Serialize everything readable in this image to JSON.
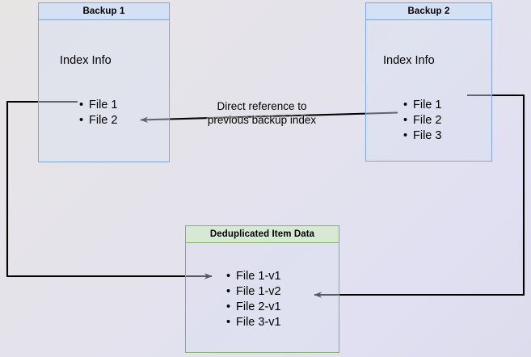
{
  "diagram": {
    "title_hidden": "Backup deduplication reference diagram",
    "background": {
      "gradient_from": "#e7e4e4",
      "gradient_to": "#dddced"
    },
    "colors": {
      "blue_border": "#7ea6d9",
      "blue_header_fill": "#d4e1f5",
      "green_border": "#84b367",
      "green_header_fill": "#d7e8d4",
      "connector": "#000000"
    },
    "boxes": [
      {
        "id": "backup-1",
        "header": "Backup 1",
        "section_label": "Index Info",
        "items": [
          "File 1",
          "File 2"
        ]
      },
      {
        "id": "backup-2",
        "header": "Backup 2",
        "section_label": "Index Info",
        "items": [
          "File 1",
          "File 2",
          "File 3"
        ]
      },
      {
        "id": "deduplicated-item-data",
        "header": "Deduplicated Item Data",
        "items": [
          "File 1-v1",
          "File 1-v2",
          "File 2-v1",
          "File 3-v1"
        ]
      }
    ],
    "annotations": [
      {
        "id": "direct-reference-note",
        "text": "Direct reference to\nprevious backup index"
      }
    ],
    "connectors": [
      {
        "id": "backup2-file2-to-backup1-file2",
        "from": "Backup 2 / File 2",
        "to": "Backup 1 / File 2",
        "arrowhead": "end"
      },
      {
        "id": "backup1-file1-to-dedup-file1v1",
        "from": "Backup 1 / File 1",
        "to": "Deduplicated Item Data / File 1-v1",
        "arrowhead": "end"
      },
      {
        "id": "backup2-file1-to-dedup-file1v2",
        "from": "Backup 2 / File 1",
        "to": "Deduplicated Item Data / File 1-v2",
        "arrowhead": "end"
      }
    ]
  }
}
